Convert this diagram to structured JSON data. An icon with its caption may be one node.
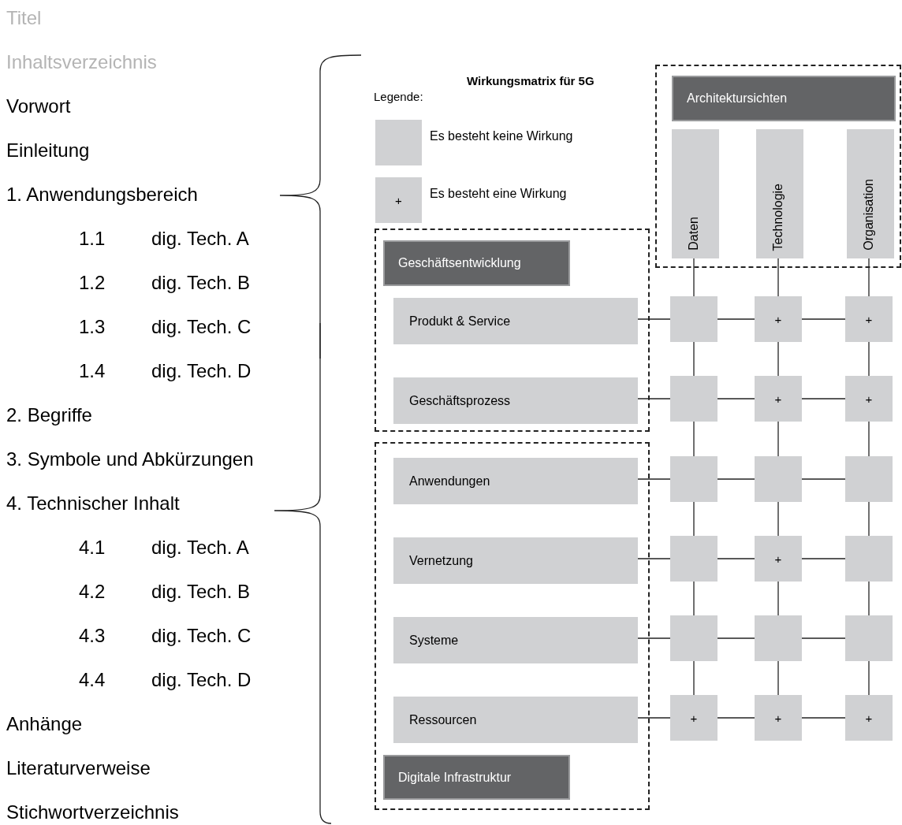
{
  "diagram": {
    "title": "Wirkungsmatrix für 5G",
    "nodes": [
      {
        "text": [],
        "shape": "box"
      },
      {
        "text": [
          "Architektursichten"
        ],
        "in": 0
      },
      {
        "text": [
          "Daten"
        ],
        "in": 0
      },
      {
        "text": [
          "Technologie"
        ],
        "in": 0
      },
      {
        "text": [
          "Organisation"
        ],
        "in": 0
      },
      {
        "text": [],
        "shape": "box"
      },
      {
        "text": [
          "Geschäftsentwicklung"
        ],
        "in": 5
      },
      {
        "text": [
          "Produkt & Service"
        ],
        "in": 5
      },
      {
        "text": [
          "Geschäftsprozess"
        ],
        "in": 5
      },
      {
        "text": [],
        "shape": "box"
      },
      {
        "text": [
          "Anwendungen"
        ],
        "in": 9
      },
      {
        "text": [
          "Vernetzung"
        ],
        "in": 9
      },
      {
        "text": [
          "Systeme"
        ],
        "in": 9
      },
      {
        "text": [
          "Ressourcen"
        ],
        "in": 9
      },
      {
        "text": [
          "Digitale Infrastruktur"
        ],
        "in": 9
      },
      {
        "text": [],
        "shape": "box"
      },
      {
        "text": [
          "+"
        ]
      },
      {
        "text": [
          "+"
        ]
      },
      {
        "text": [],
        "shape": "box"
      },
      {
        "text": [
          "+"
        ]
      },
      {
        "text": [
          "+"
        ]
      },
      {
        "text": [],
        "shape": "box"
      },
      {
        "text": [],
        "shape": "box"
      },
      {
        "text": [],
        "shape": "box"
      },
      {
        "text": [],
        "shape": "box"
      },
      {
        "text": [
          "+"
        ]
      },
      {
        "text": [],
        "shape": "box"
      },
      {
        "text": [],
        "shape": "box"
      },
      {
        "text": [],
        "shape": "box"
      },
      {
        "text": [],
        "shape": "box"
      },
      {
        "text": [
          "+"
        ]
      },
      {
        "text": [
          "+"
        ]
      },
      {
        "text": [
          "+"
        ]
      }
    ],
    "edges": [
      {
        "from": 7,
        "to": 15,
        "arrow": "none"
      },
      {
        "from": 15,
        "to": 16,
        "arrow": "none"
      },
      {
        "from": 16,
        "to": 17,
        "arrow": "none"
      },
      {
        "from": 8,
        "to": 18,
        "arrow": "none"
      },
      {
        "from": 18,
        "to": 19,
        "arrow": "none"
      },
      {
        "from": 19,
        "to": 20,
        "arrow": "none"
      },
      {
        "from": 10,
        "to": 21,
        "arrow": "none"
      },
      {
        "from": 21,
        "to": 22,
        "arrow": "none"
      },
      {
        "from": 22,
        "to": 23,
        "arrow": "none"
      },
      {
        "from": 11,
        "to": 24,
        "arrow": "none"
      },
      {
        "from": 24,
        "to": 25,
        "arrow": "none"
      },
      {
        "from": 25,
        "to": 26,
        "arrow": "none"
      },
      {
        "from": 12,
        "to": 27,
        "arrow": "none"
      },
      {
        "from": 27,
        "to": 28,
        "arrow": "none"
      },
      {
        "from": 28,
        "to": 29,
        "arrow": "none"
      },
      {
        "from": 13,
        "to": 30,
        "arrow": "none"
      },
      {
        "from": 30,
        "to": 31,
        "arrow": "none"
      },
      {
        "from": 31,
        "to": 32,
        "arrow": "none"
      },
      {
        "from": 2,
        "to": 15,
        "arrow": "none"
      },
      {
        "from": 15,
        "to": 18,
        "arrow": "none"
      },
      {
        "from": 18,
        "to": 21,
        "arrow": "none"
      },
      {
        "from": 21,
        "to": 24,
        "arrow": "none"
      },
      {
        "from": 24,
        "to": 27,
        "arrow": "none"
      },
      {
        "from": 27,
        "to": 30,
        "arrow": "none"
      },
      {
        "from": 3,
        "to": 16,
        "arrow": "none"
      },
      {
        "from": 16,
        "to": 19,
        "arrow": "none"
      },
      {
        "from": 19,
        "to": 22,
        "arrow": "none"
      },
      {
        "from": 22,
        "to": 25,
        "arrow": "none"
      },
      {
        "from": 25,
        "to": 28,
        "arrow": "none"
      },
      {
        "from": 28,
        "to": 31,
        "arrow": "none"
      },
      {
        "from": 4,
        "to": 17,
        "arrow": "none"
      },
      {
        "from": 17,
        "to": 20,
        "arrow": "none"
      },
      {
        "from": 20,
        "to": 23,
        "arrow": "none"
      },
      {
        "from": 23,
        "to": 26,
        "arrow": "none"
      },
      {
        "from": 26,
        "to": 29,
        "arrow": "none"
      },
      {
        "from": 29,
        "to": 32,
        "arrow": "none"
      }
    ],
    "labels": [
      "Titel",
      "Inhaltsverzeichnis",
      "Vorwort",
      "Einleitung",
      "1. Anwendungsbereich",
      "1.1",
      "dig. Tech. A",
      "1.2",
      "dig. Tech. B",
      "1.3",
      "dig. Tech. C",
      "1.4",
      "dig. Tech. D",
      "2. Begriffe",
      "3. Symbole und Abkürzungen",
      "4. Technischer Inhalt",
      "4.1",
      "dig. Tech. A",
      "4.2",
      "dig. Tech. B",
      "4.3",
      "dig. Tech. C",
      "4.4",
      "dig. Tech. D",
      "Anhänge",
      "Literaturverweise",
      "Stichwortverzeichnis",
      "Legende:",
      "+"
    ],
    "legend": [
      {
        "text": "Es besteht keine Wirkung",
        "color": "#d0d1d3"
      },
      {
        "text": "Es besteht eine Wirkung",
        "color": "#d0d1d3"
      }
    ]
  }
}
